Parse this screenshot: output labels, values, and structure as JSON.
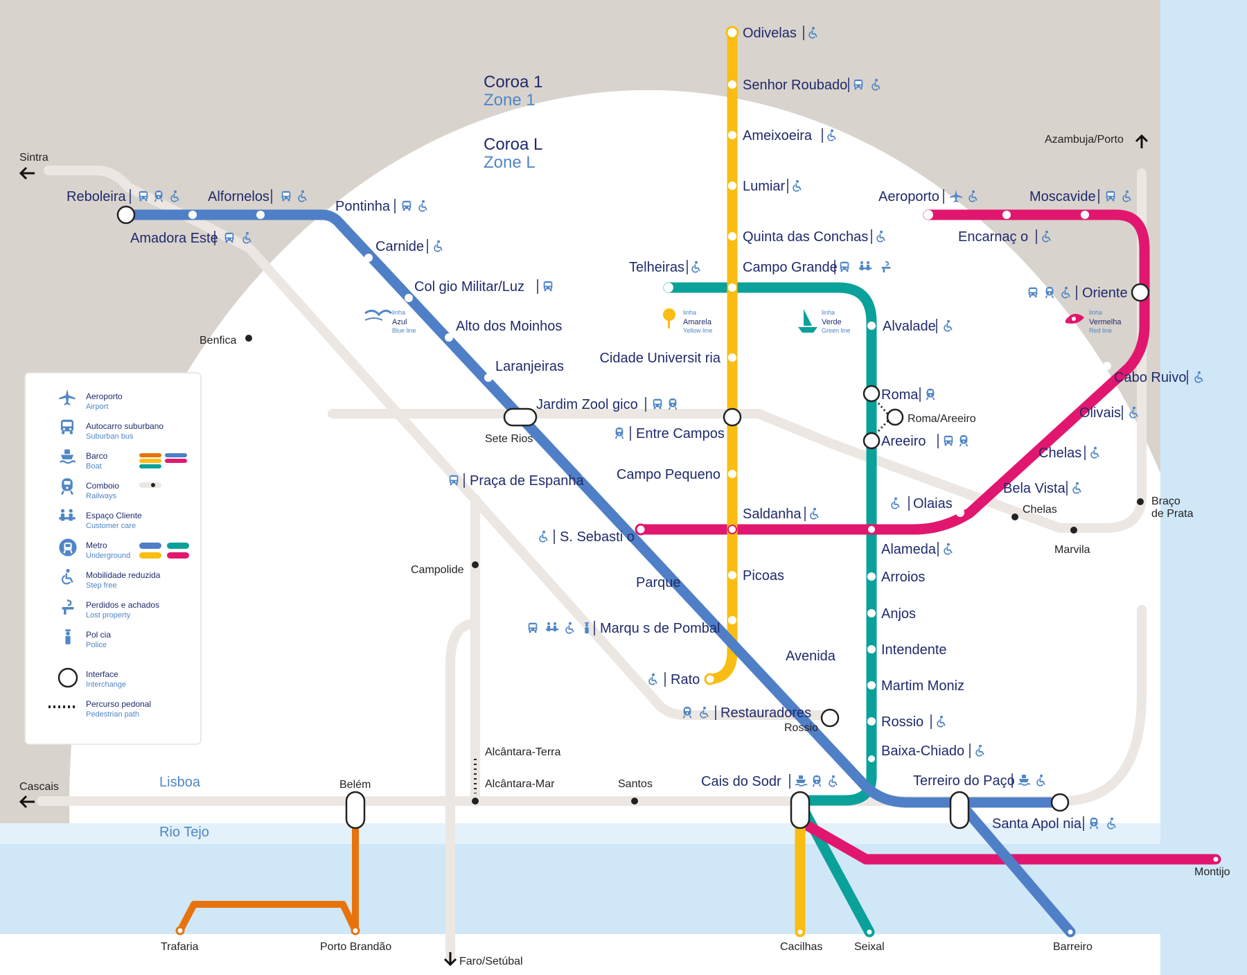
{
  "colors": {
    "blue": "#4f7fc6",
    "yellow": "#f9bd13",
    "green": "#0aa19a",
    "red": "#e1176f",
    "orange": "#e8730d",
    "rail": "#ece7e2",
    "zone": "#d9d3cd",
    "water": "#cfe7f7",
    "text": "#1f2a6b",
    "accent": "#4f86c6"
  },
  "zones": {
    "coroa1": "Coroa 1",
    "zone1": "Zone 1",
    "coroaL": "Coroa L",
    "zoneL": "Zone L"
  },
  "geo": {
    "lisboa": "Lisboa",
    "tejo": "Rio Tejo"
  },
  "line_labels": {
    "blue": {
      "small": "linha",
      "name": "Azul",
      "sub": "Blue line"
    },
    "yellow": {
      "small": "linha",
      "name": "Amarela",
      "sub": "Yellow line"
    },
    "green": {
      "small": "linha",
      "name": "Verde",
      "sub": "Green line"
    },
    "red": {
      "small": "linha",
      "name": "Vermelha",
      "sub": "Red line"
    }
  },
  "stations": {
    "odivelas": "Odivelas",
    "senhor_roubado": "Senhor Roubado",
    "ameixoeira": "Ameixoeira",
    "lumiar": "Lumiar",
    "quinta_conchas": "Quinta das Conchas",
    "campo_grande": "Campo Grande",
    "telheiras": "Telheiras",
    "cidade_universitaria": "Cidade Universit ria",
    "entre_campos": "Entre Campos",
    "campo_pequeno": "Campo Pequeno",
    "saldanha": "Saldanha",
    "picoas": "Picoas",
    "marques_pombal": "Marqu s de Pombal",
    "rato": "Rato",
    "reboleira": "Reboleira",
    "amadora_este": "Amadora Este",
    "alfornelos": "Alfornelos",
    "pontinha": "Pontinha",
    "carnide": "Carnide",
    "colegio_militar": "Col gio Militar/Luz",
    "alto_moinhos": "Alto dos Moinhos",
    "laranjeiras": "Laranjeiras",
    "jardim_zoologico": "Jardim Zool gico",
    "praca_espanha": "Praça de Espanha",
    "s_sebastiao": "S. Sebasti o",
    "parque": "Parque",
    "avenida": "Avenida",
    "restauradores": "Restauradores",
    "baixa_chiado": "Baixa-Chiado",
    "terreiro_paco": "Terreiro do Paço",
    "santa_apolonia": "Santa Apol nia",
    "alvalade": "Alvalade",
    "roma": "Roma",
    "areeiro": "Areeiro",
    "alameda": "Alameda",
    "arroios": "Arroios",
    "anjos": "Anjos",
    "intendente": "Intendente",
    "martim_moniz": "Martim Moniz",
    "rossio_st": "Rossio",
    "cais_sodre": "Cais do Sodr",
    "aeroporto": "Aeroporto",
    "encarnacao": "Encarnaç o",
    "moscavide": "Moscavide",
    "oriente": "Oriente",
    "cabo_ruivo": "Cabo Ruivo",
    "olivais": "Olivais",
    "chelas": "Chelas",
    "bela_vista": "Bela Vista",
    "olaias": "Olaias"
  },
  "rail_labels": {
    "sintra": "Sintra",
    "benfica": "Benfica",
    "sete_rios": "Sete Rios",
    "campolide": "Campolide",
    "rossio": "Rossio",
    "roma_areeiro": "Roma/Areeiro",
    "chelas_r": "Chelas",
    "marvila": "Marvila",
    "braco1": "Braço",
    "braco2": "de Prata",
    "azambuja": "Azambuja/Porto",
    "cascais": "Cascais",
    "belem": "Belém",
    "alcantara_terra": "Alcântara-Terra",
    "alcantara_mar": "Alcântara-Mar",
    "santos": "Santos",
    "trafaria": "Trafaria",
    "porto_brandao": "Porto Brandão",
    "faro": "Faro/Setúbal",
    "cacilhas": "Cacilhas",
    "seixal": "Seixal",
    "barreiro": "Barreiro",
    "montijo": "Montijo"
  },
  "legend": [
    {
      "pt": "Aeroporto",
      "en": "Airport",
      "icon": "airplane-icon"
    },
    {
      "pt": "Autocarro suburbano",
      "en": "Suburban bus",
      "icon": "bus-icon"
    },
    {
      "pt": "Barco",
      "en": "Boat",
      "icon": "boat-icon"
    },
    {
      "pt": "Comboio",
      "en": "Railways",
      "icon": "train-icon"
    },
    {
      "pt": "Espaço Cliente",
      "en": "Customer care",
      "icon": "customer-care-icon"
    },
    {
      "pt": "Metro",
      "en": "Underground",
      "icon": "metro-icon"
    },
    {
      "pt": "Mobilidade reduzida",
      "en": "Step free",
      "icon": "wheelchair-icon"
    },
    {
      "pt": "Perdidos e achados",
      "en": "Lost property",
      "icon": "lost-property-icon"
    },
    {
      "pt": "Pol cia",
      "en": "Police",
      "icon": "police-icon"
    },
    {
      "pt": "Interface",
      "en": "Interchange",
      "icon": "interchange-icon"
    },
    {
      "pt": "Percurso pedonal",
      "en": "Pedestrian path",
      "icon": "pedestrian-path-icon"
    }
  ]
}
